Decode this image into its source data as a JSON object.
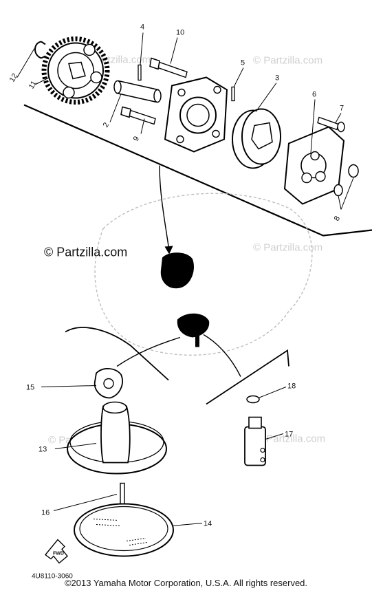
{
  "watermarks": {
    "primary": "© Partzilla.com",
    "faint": "© Partzilla.com"
  },
  "callouts": {
    "c1": "2",
    "c2": "3",
    "c3": "4",
    "c4": "5",
    "c5": "6",
    "c6": "7",
    "c7": "8",
    "c8": "9",
    "c9": "10",
    "c10": "11",
    "c11": "12",
    "c12": "13",
    "c13": "14",
    "c14": "15",
    "c15": "16",
    "c16": "17",
    "c17": "18"
  },
  "forward_marker": "FWD",
  "diagram_code": "4U8110-3060",
  "copyright": "©2013 Yamaha Motor Corporation, U.S.A. All rights reserved."
}
